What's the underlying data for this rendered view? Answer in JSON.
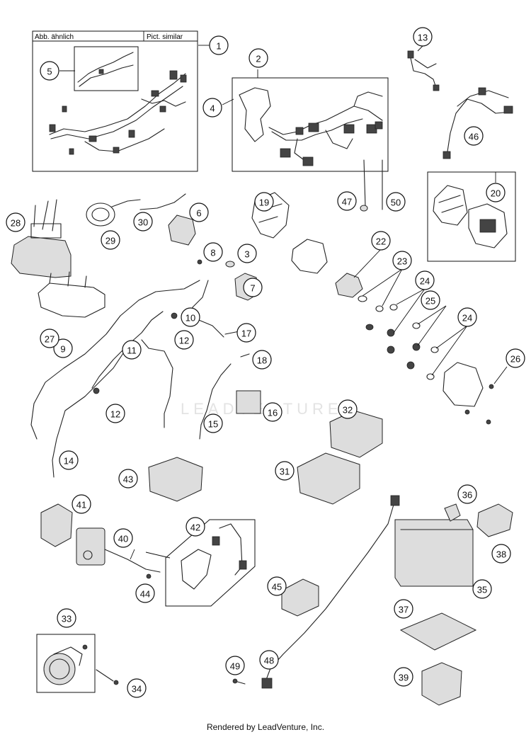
{
  "labels": {
    "box_left": "Abb. ähnlich",
    "box_right": "Pict. similar"
  },
  "callouts": [
    "1",
    "2",
    "3",
    "4",
    "5",
    "6",
    "7",
    "8",
    "9",
    "10",
    "11",
    "12",
    "12",
    "13",
    "14",
    "15",
    "16",
    "17",
    "18",
    "19",
    "20",
    "22",
    "23",
    "24",
    "24",
    "25",
    "26",
    "27",
    "28",
    "29",
    "30",
    "31",
    "32",
    "33",
    "34",
    "35",
    "36",
    "37",
    "38",
    "39",
    "40",
    "41",
    "42",
    "43",
    "44",
    "45",
    "46",
    "47",
    "48",
    "49",
    "50"
  ],
  "watermark": "LEADVENTURE",
  "footer": "Rendered by LeadVenture, Inc."
}
